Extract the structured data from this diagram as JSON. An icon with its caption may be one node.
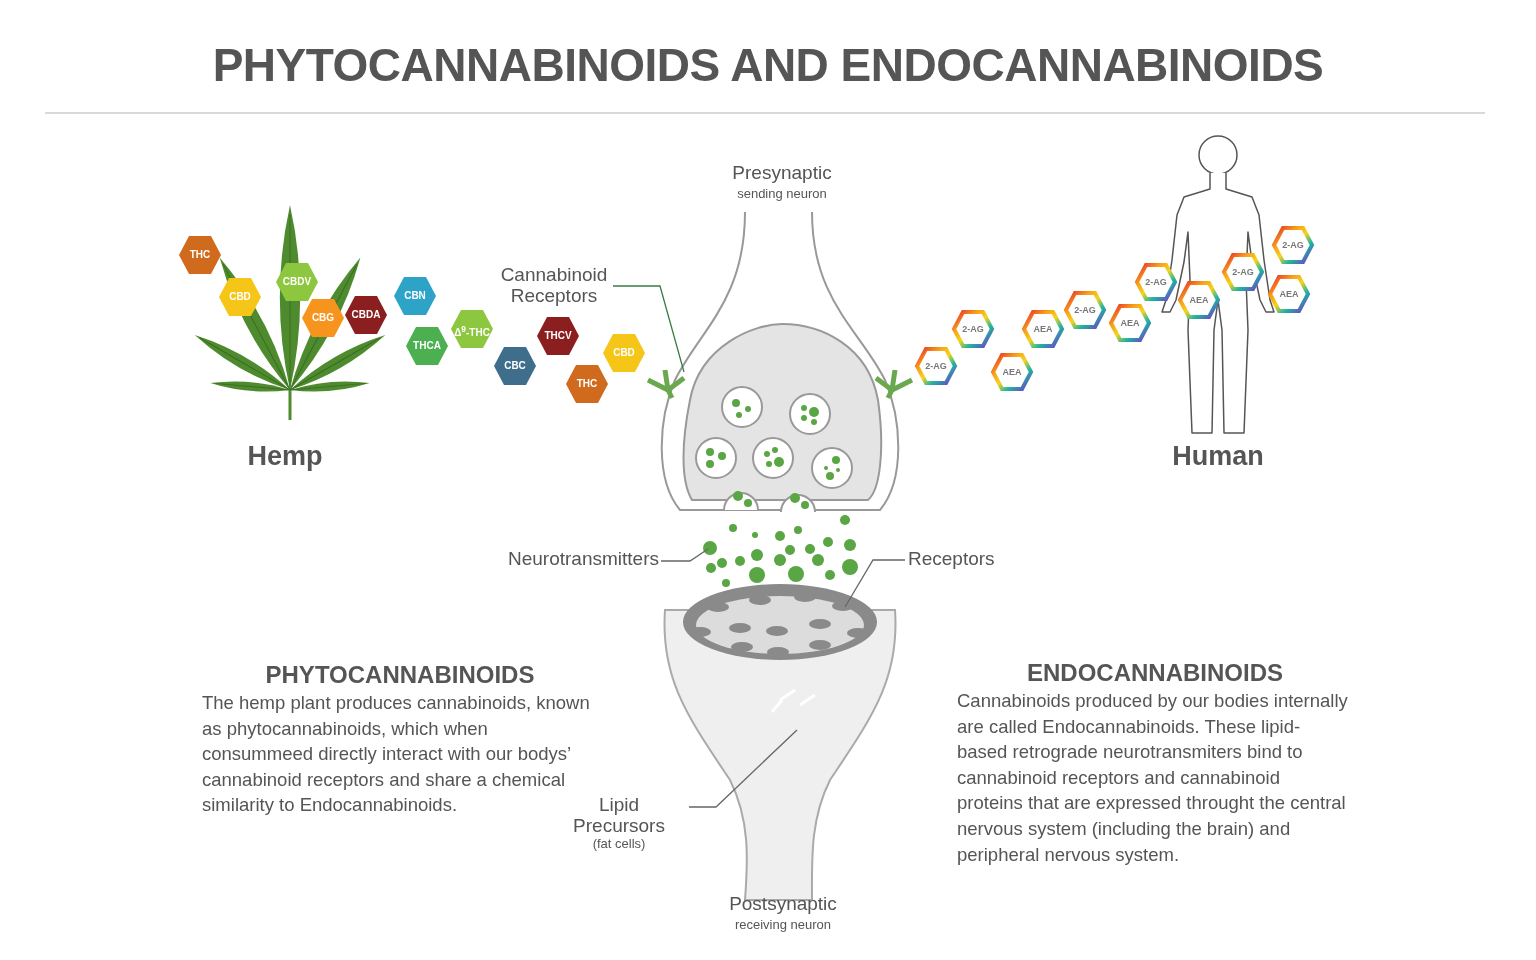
{
  "diagram": {
    "title": "PHYTOCANNABINOIDS AND ENDOCANNABINOIDS",
    "nodes": [
      {
        "text": [
          "THC"
        ]
      },
      {
        "text": [
          "CBD"
        ]
      },
      {
        "text": [
          "CBDV"
        ]
      },
      {
        "text": [
          "CBG"
        ]
      },
      {
        "text": [
          "CBDA"
        ]
      },
      {
        "text": [
          "CBN"
        ]
      },
      {
        "text": [
          "THCA"
        ]
      },
      {
        "text": [
          "Δ$^{9}$-THC"
        ]
      },
      {
        "text": [
          "CBC"
        ]
      },
      {
        "text": [
          "THCV"
        ]
      },
      {
        "text": [
          "THC"
        ]
      },
      {
        "text": [
          "CBD"
        ]
      },
      {
        "text": [
          "Cannabinoid Receptors"
        ]
      },
      {
        "text": [
          "2-AG"
        ]
      },
      {
        "text": [
          "2-AG"
        ]
      },
      {
        "text": [
          "AEA"
        ]
      },
      {
        "text": [
          "AEA"
        ]
      },
      {
        "text": [
          "2-AG"
        ]
      },
      {
        "text": [
          "AEA"
        ]
      },
      {
        "text": [
          "2-AG"
        ]
      },
      {
        "text": [
          "AEA"
        ]
      },
      {
        "text": [
          "2-AG"
        ]
      },
      {
        "text": [
          "AEA"
        ]
      },
      {
        "text": [
          "2-AG"
        ]
      },
      {
        "text": [
          "Neurotransmitters"
        ]
      },
      {
        "text": [
          "Receptors"
        ]
      },
      {
        "text": [
          "Lipid Precursors",
          "(fat cells)"
        ]
      }
    ],
    "edges": [
      {
        "from": 12,
        "to": null,
        "arrow": "none"
      },
      {
        "from": 24,
        "to": null,
        "arrow": "none"
      },
      {
        "from": 25,
        "to": null,
        "arrow": "none"
      },
      {
        "from": 26,
        "to": null,
        "arrow": "none"
      }
    ],
    "labels": [
      "Presynaptic",
      "sending neuron",
      "Hemp",
      "Human",
      "PHYTOCANNABINOIDS",
      "The hemp plant produces cannabinoids, known as phytocannabinoids, which when consummeed directly interact with our bodys’ cannabinoid receptors and share a chemical similarity to Endocannabinoids.",
      "ENDOCANNABINOIDS",
      "Cannabinoids produced by our bodies internally are called Endocannabinoids. These lipid-based retrograde neurotransmiters bind to cannabinoid receptors and cannabinoid proteins that are expressed throught the central nervous system (including the brain) and peripheral nervous system.",
      "Postsynaptic",
      "receiving neuron"
    ]
  }
}
